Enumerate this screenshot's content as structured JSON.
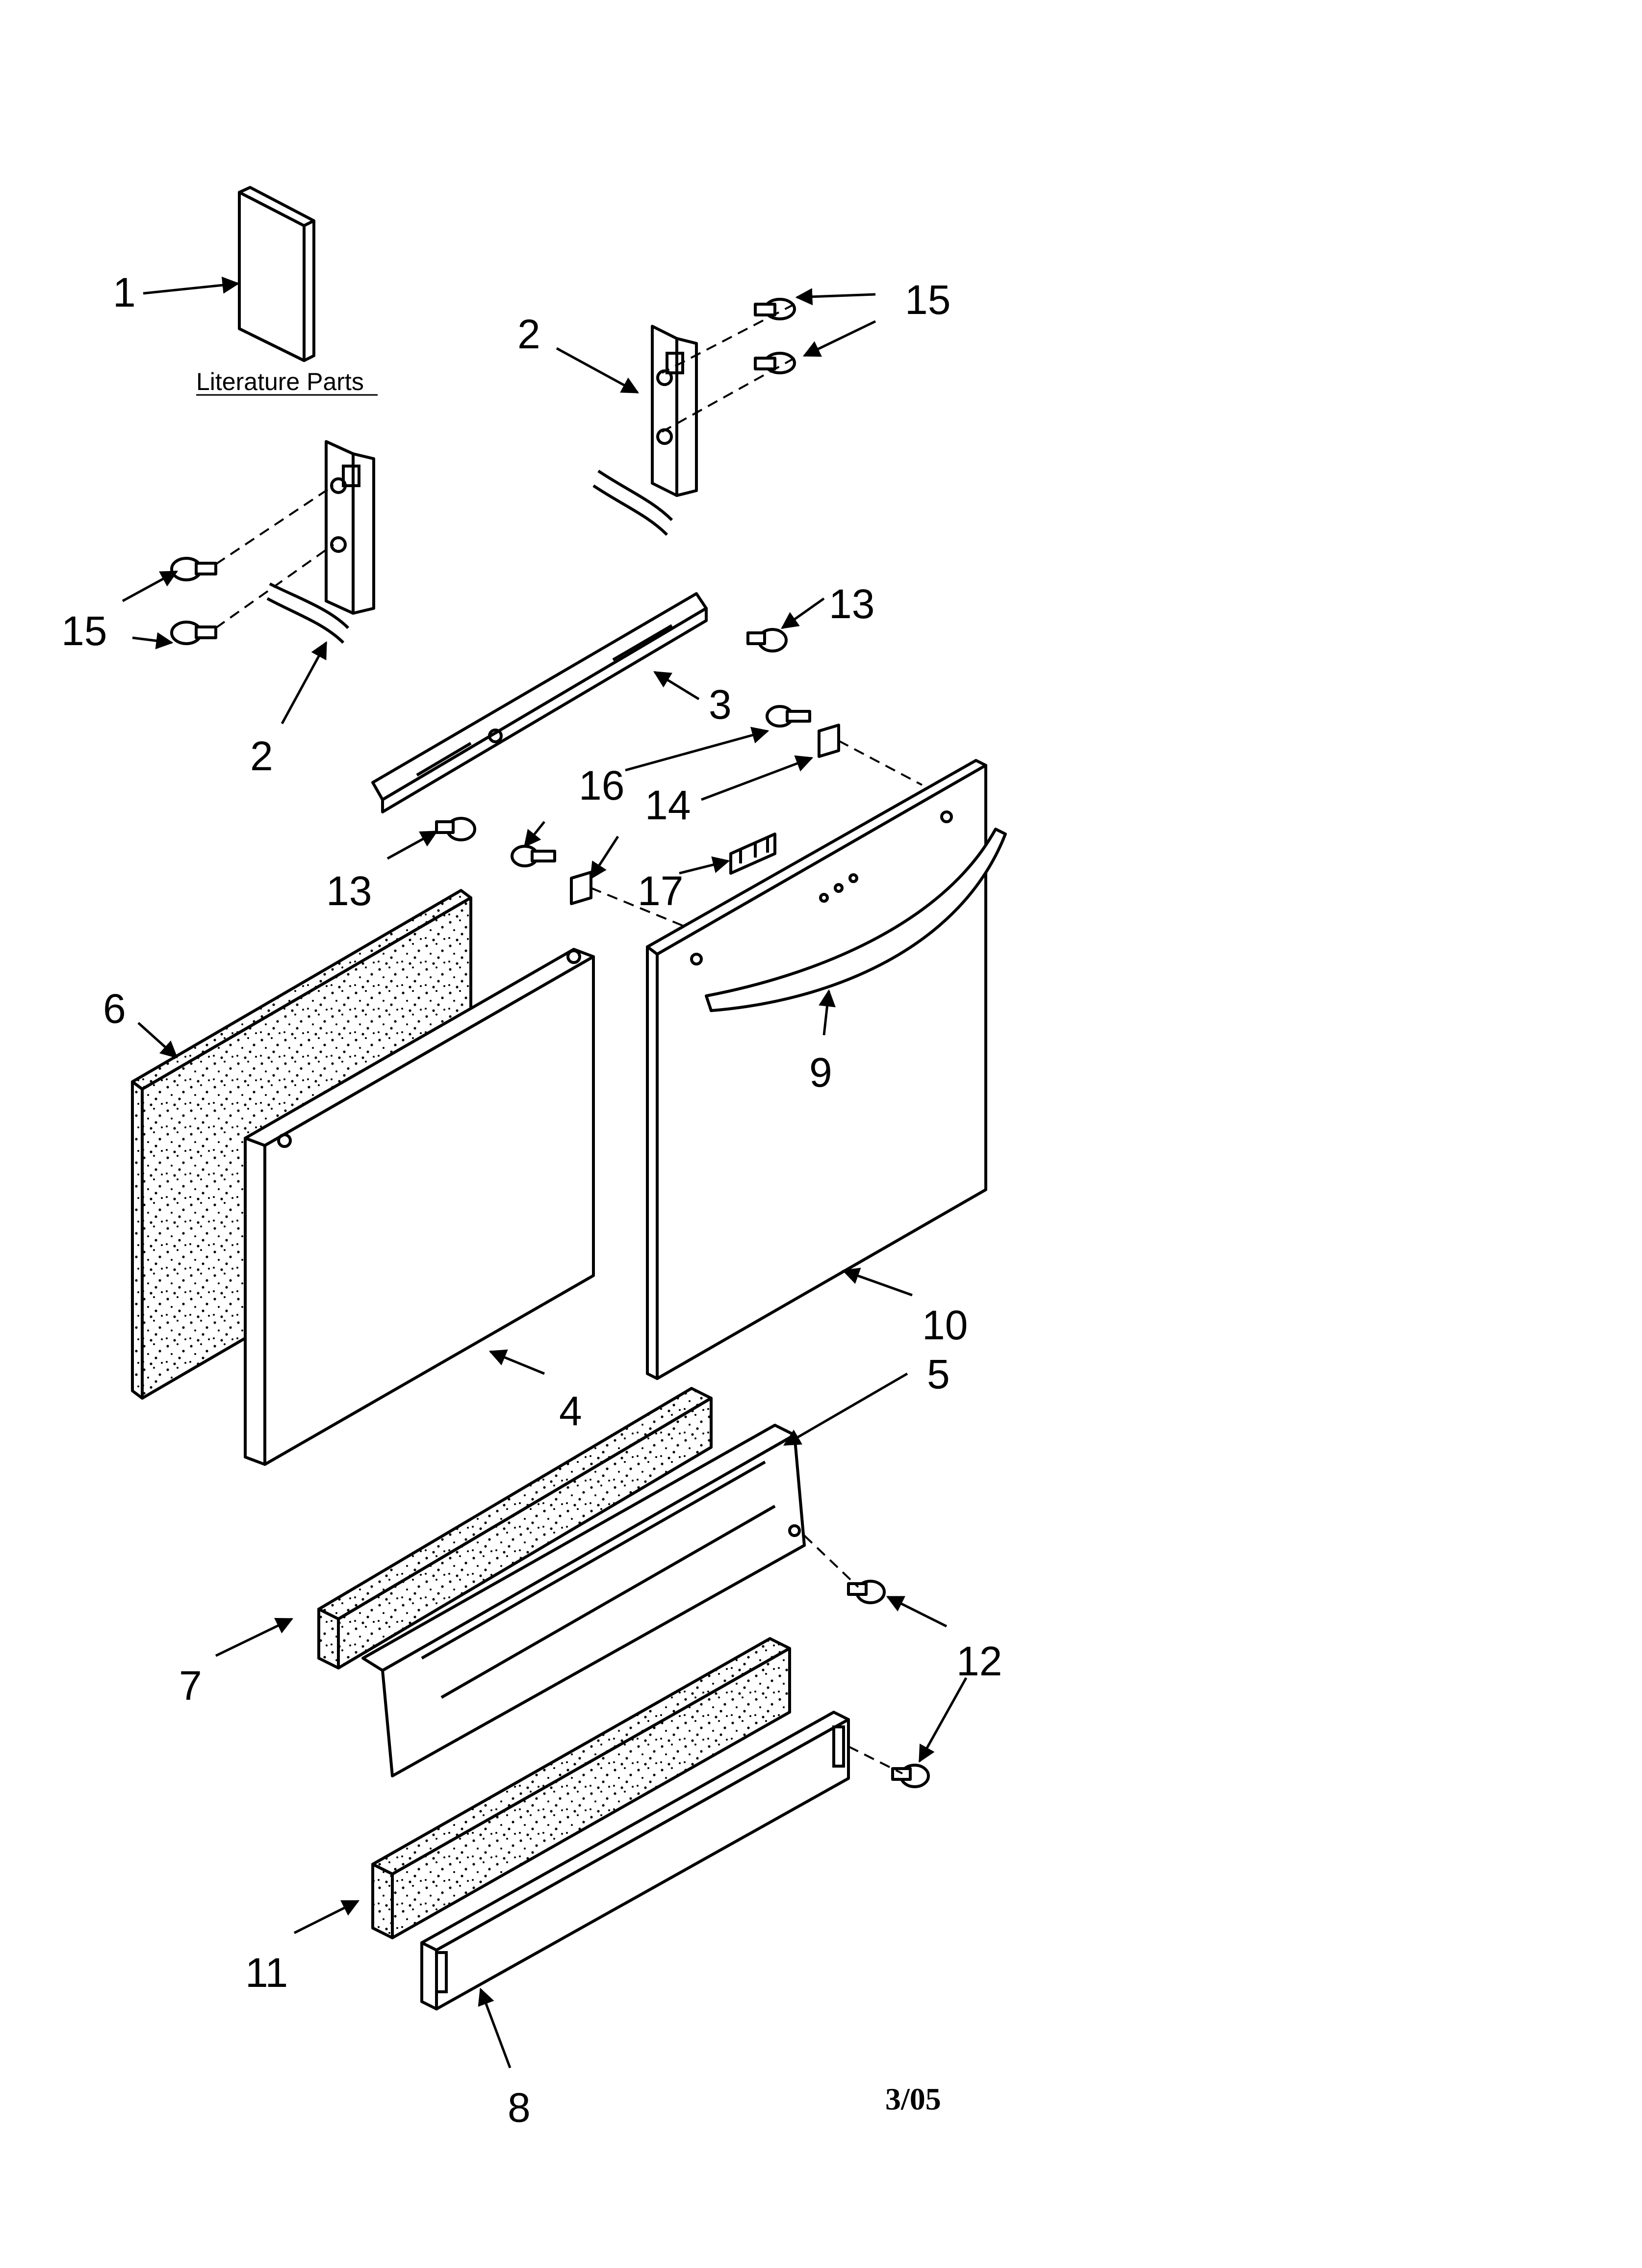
{
  "caption": "Literature Parts",
  "date_code": "3/05",
  "callouts": {
    "c1": "1",
    "c2a": "2",
    "c2b": "2",
    "c3": "3",
    "c4": "4",
    "c5": "5",
    "c6": "6",
    "c7": "7",
    "c8": "8",
    "c9": "9",
    "c10": "10",
    "c11": "11",
    "c12": "12",
    "c13a": "13",
    "c13b": "13",
    "c14": "14",
    "c15a": "15",
    "c15b": "15",
    "c16": "16",
    "c17": "17"
  }
}
